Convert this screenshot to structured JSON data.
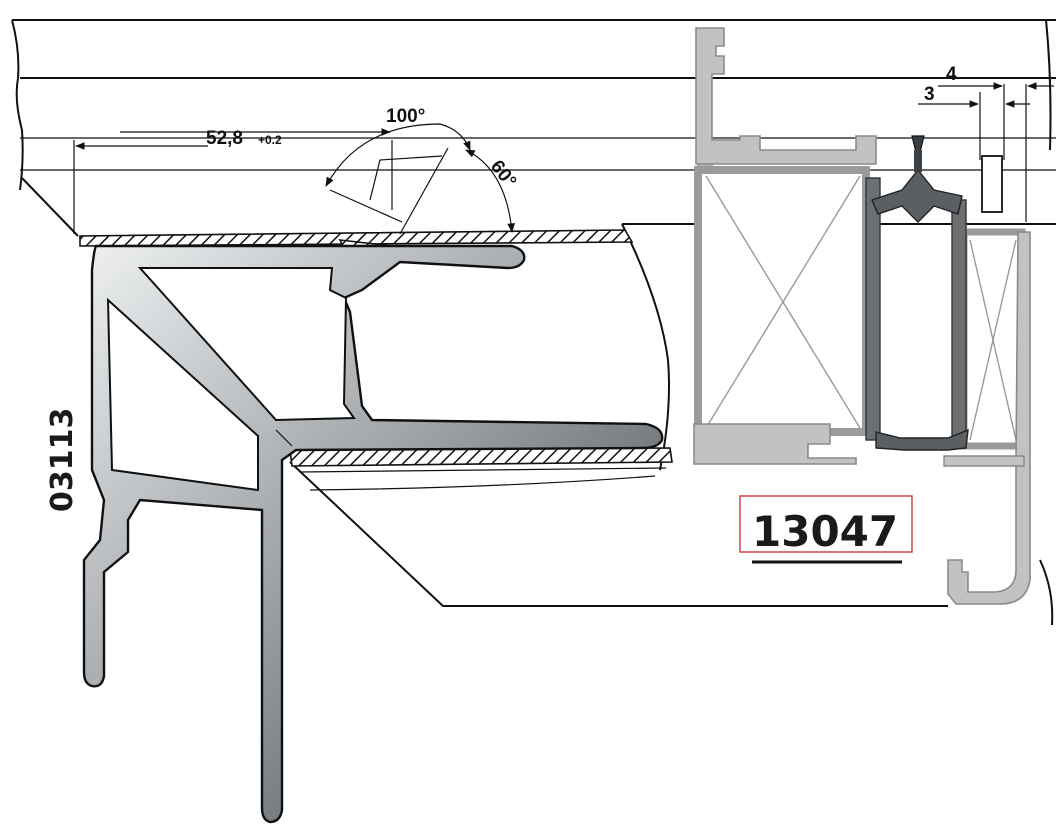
{
  "dimensions": {
    "width_main": "52,8",
    "width_tolerance": "+0.2",
    "angle_open": "100°",
    "angle_slope": "60°",
    "gap_small": "3",
    "gap_large": "4"
  },
  "profiles": {
    "frame_code": "03113",
    "sash_code": "13047"
  },
  "colors": {
    "profile_dark": "#3a3f44",
    "profile_light": "#d4d6d8",
    "sash_grey": "#a8a8a8",
    "label_frame": "#d8383a",
    "hatch": "#111111"
  }
}
